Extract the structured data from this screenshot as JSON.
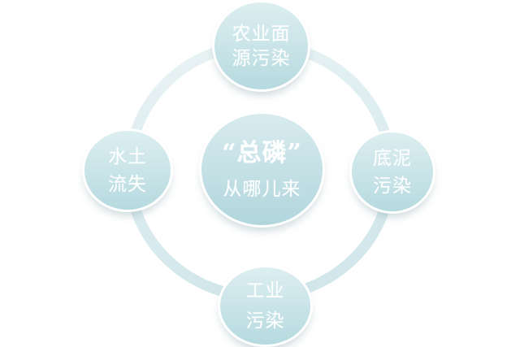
{
  "diagram": {
    "type": "hub-and-spoke-cycle",
    "center": {
      "title": "“总磷”",
      "subtitle": "从哪儿来"
    },
    "nodes": [
      {
        "id": "agricultural-nonpoint-pollution",
        "position": "top",
        "lines": [
          "农业面",
          "源污染"
        ]
      },
      {
        "id": "soil-erosion",
        "position": "left",
        "lines": [
          "水土",
          "流失"
        ]
      },
      {
        "id": "sediment-pollution",
        "position": "right",
        "lines": [
          "底泥",
          "污染"
        ]
      },
      {
        "id": "industrial-pollution",
        "position": "bottom",
        "lines": [
          "工业",
          "污染"
        ]
      }
    ],
    "colors": {
      "background": "#ffffff",
      "circle_gradient_top": "#dceef0",
      "circle_gradient_bottom": "#b5dadf",
      "ring_light": "#e9f3f4",
      "ring_dark": "#d2e7eb",
      "text": "#fdfefe"
    }
  }
}
